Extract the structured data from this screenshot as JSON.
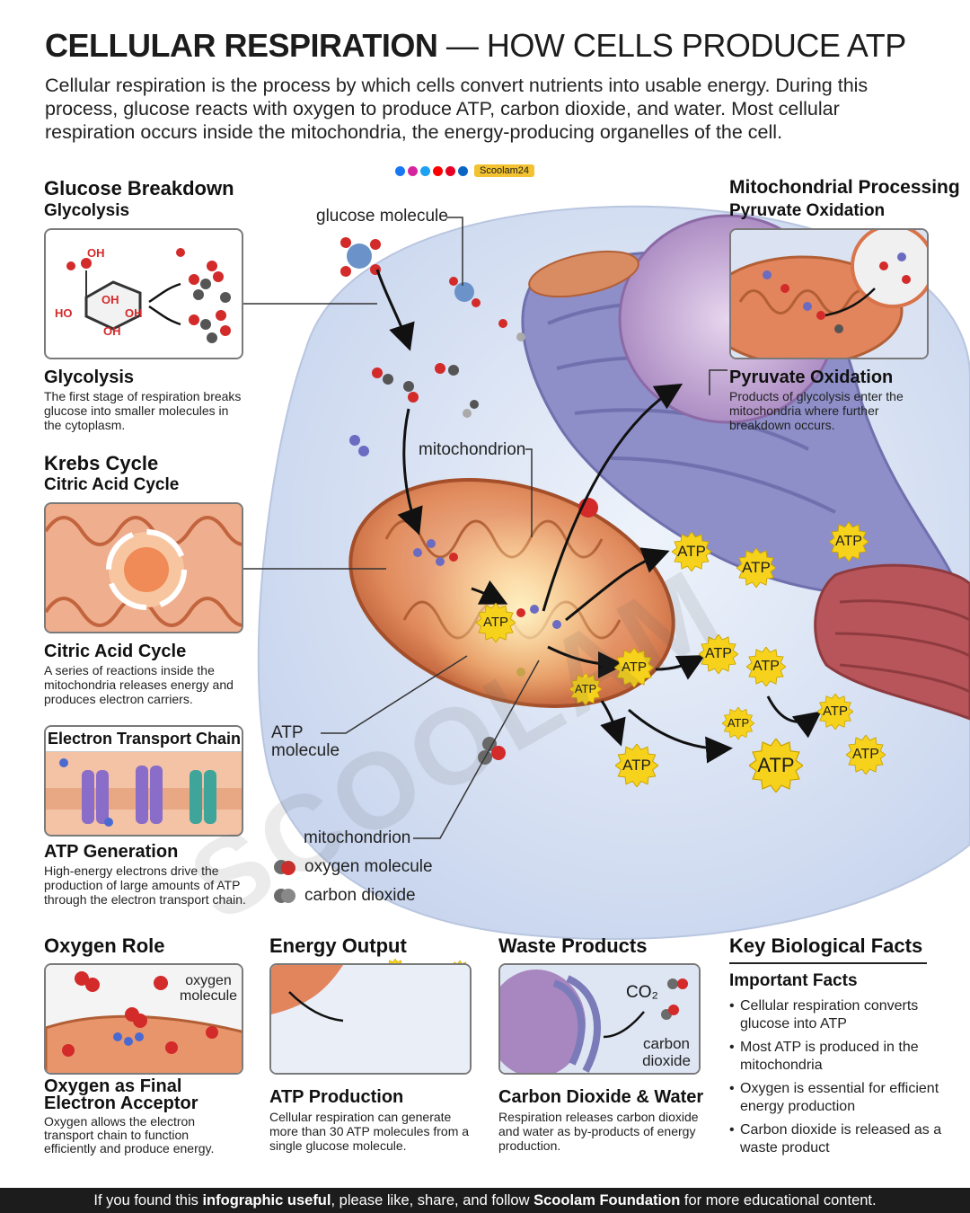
{
  "header": {
    "title_bold": "CELLULAR RESPIRATION",
    "title_rest": "— HOW CELLS PRODUCE ATP",
    "intro": "Cellular respiration is the process by which cells convert nutrients into usable energy. During this process, glucose reacts with oxygen to produce ATP, carbon dioxide, and water. Most cellular respiration occurs inside the mitochondria, the energy-producing organelles of the cell."
  },
  "social": {
    "handle": "Scoolam24"
  },
  "watermark": "SCOOLAM",
  "left": {
    "glucose": {
      "title": "Glucose Breakdown",
      "subtitle": "Glycolysis",
      "card_title": "Glycolysis",
      "card_desc": "The first stage of respiration breaks glucose into smaller molecules in the cytoplasm.",
      "labels": {
        "oh1": "OH",
        "oh2": "OH",
        "ho": "HO",
        "oh3": "OH",
        "oh4": "OH"
      }
    },
    "krebs": {
      "title": "Krebs Cycle",
      "subtitle": "Citric Acid Cycle",
      "card_title": "Citric Acid Cycle",
      "card_desc": "A series of reactions inside the mitochondria releases energy and produces electron carriers."
    },
    "etc": {
      "title": "Electron Transport Chain",
      "card_title": "ATP Generation",
      "card_desc": "High-energy electrons drive the production of large amounts of ATP through the electron transport chain."
    }
  },
  "right": {
    "mito": {
      "title": "Mitochondrial Processing",
      "subtitle": "Pyruvate Oxidation",
      "card_title": "Pyruvate Oxidation",
      "card_desc": "Products of glycolysis enter the mitochondria where further breakdown occurs."
    }
  },
  "center": {
    "glucose_label": "glucose molecule",
    "mito_label_top": "mitochondrion",
    "atp_label": "ATP molecule",
    "mito_label_bottom": "mitochondrion",
    "legend_oxygen": "oxygen molecule",
    "legend_co2": "carbon dioxide",
    "atp_text": "ATP"
  },
  "bottom": {
    "oxygen": {
      "title": "Oxygen Role",
      "panel_label": "oxygen molecule",
      "card_title": "Oxygen as Final Electron Acceptor",
      "card_desc": "Oxygen allows the electron transport chain to function efficiently and produce energy."
    },
    "energy": {
      "title": "Energy Output",
      "card_title": "ATP Production",
      "card_desc": "Cellular respiration can generate more than 30 ATP molecules from a single glucose molecule."
    },
    "waste": {
      "title": "Waste Products",
      "co2": "CO₂",
      "panel_label": "carbon dioxide",
      "card_title": "Carbon Dioxide & Water",
      "card_desc": "Respiration releases carbon dioxide and water as by-products of energy production."
    },
    "facts": {
      "title": "Key Biological Facts",
      "subtitle": "Important Facts",
      "items": [
        "Cellular respiration converts glucose into ATP",
        "Most ATP is produced in the mitochondria",
        "Oxygen is essential for efficient energy production",
        "Carbon dioxide is released as a waste product"
      ]
    }
  },
  "footer": {
    "t1": "If you found this ",
    "b1": "infographic useful",
    "t2": ", please like, share, and follow ",
    "b2": "Scoolam Foundation",
    "t3": " for more educational content."
  },
  "colors": {
    "mito_orange": "#d9744a",
    "er_purple": "#8e8fc9",
    "golgi_red": "#b8555a",
    "atp_yellow": "#f6d21c",
    "oxygen_red": "#d32a2a",
    "carbon_grey": "#6b6b6b"
  }
}
